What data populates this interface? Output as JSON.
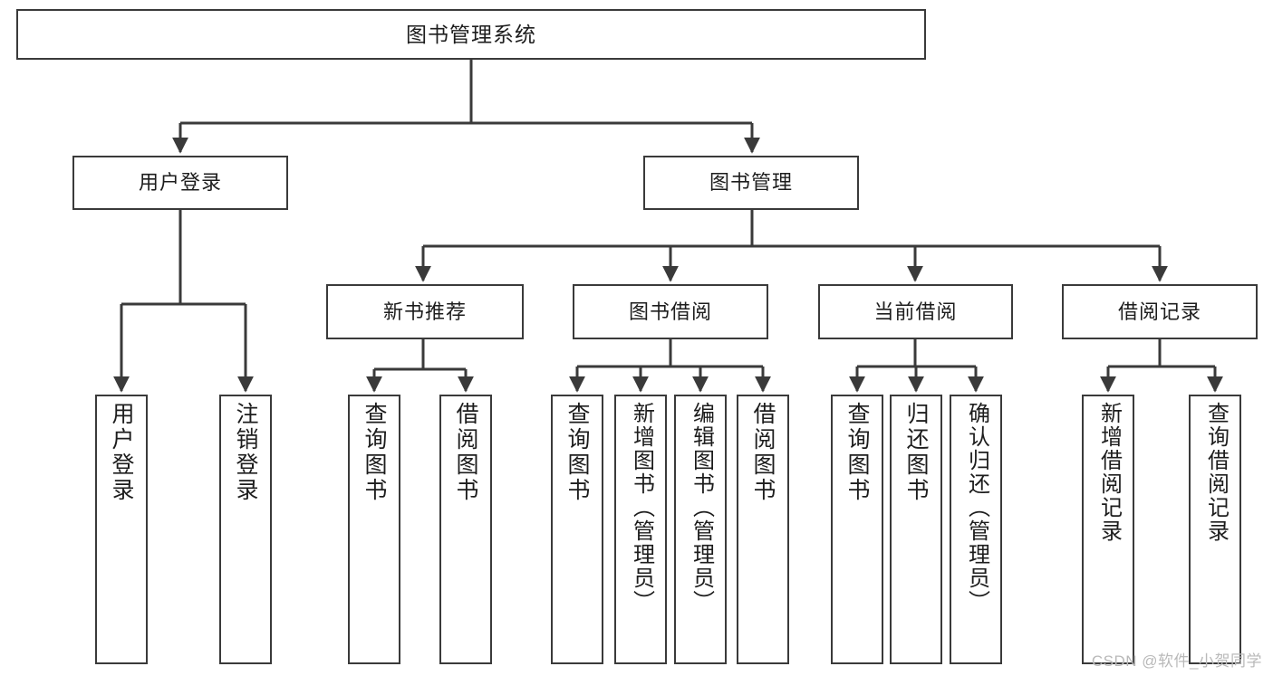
{
  "diagram": {
    "type": "tree-hierarchy",
    "title": "图书管理系统",
    "orientation": "top-down",
    "colors": {
      "box_border": "#3a3a3a",
      "box_fill": "#ffffff",
      "edge": "#3a3a3a",
      "text": "#1d1d1d",
      "watermark": "#b9b9b9"
    },
    "nodes": {
      "root": {
        "label": "图书管理系统"
      },
      "level1": [
        {
          "id": "user-login",
          "label": "用户登录"
        },
        {
          "id": "book-manage",
          "label": "图书管理"
        }
      ],
      "level2": [
        {
          "id": "new-book-rec",
          "label": "新书推荐"
        },
        {
          "id": "book-borrow",
          "label": "图书借阅"
        },
        {
          "id": "current-borrow",
          "label": "当前借阅"
        },
        {
          "id": "borrow-record",
          "label": "借阅记录"
        }
      ],
      "leaves": {
        "user-login": [
          {
            "id": "leaf-user-login",
            "label": "用户登录"
          },
          {
            "id": "leaf-user-logout",
            "label": "注销登录"
          }
        ],
        "new-book-rec": [
          {
            "id": "leaf-query-book-1",
            "label": "查询图书"
          },
          {
            "id": "leaf-borrow-book-1",
            "label": "借阅图书"
          }
        ],
        "book-borrow": [
          {
            "id": "leaf-query-book-2",
            "label": "查询图书"
          },
          {
            "id": "leaf-add-book",
            "label": "新增图书（管理员）"
          },
          {
            "id": "leaf-edit-book",
            "label": "编辑图书（管理员）"
          },
          {
            "id": "leaf-borrow-book-2",
            "label": "借阅图书"
          }
        ],
        "current-borrow": [
          {
            "id": "leaf-query-book-3",
            "label": "查询图书"
          },
          {
            "id": "leaf-return-book",
            "label": "归还图书"
          },
          {
            "id": "leaf-confirm-return",
            "label": "确认归还（管理员）"
          }
        ],
        "borrow-record": [
          {
            "id": "leaf-add-record",
            "label": "新增借阅记录"
          },
          {
            "id": "leaf-query-record",
            "label": "查询借阅记录"
          }
        ]
      }
    },
    "watermark": "CSDN @软件_小贺同学"
  }
}
